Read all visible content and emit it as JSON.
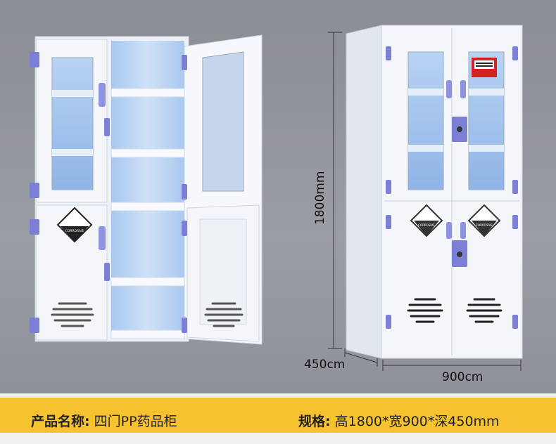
{
  "dimensions": {
    "height_label": "1800mm",
    "depth_label": "450cm",
    "width_label": "900cm"
  },
  "hazard_labels": {
    "left_cabinet": "CORROSIVE",
    "right_cabinet_left": "CORROSIVE",
    "right_cabinet_right": "CORROSIVE"
  },
  "banner": {
    "name_key": "产品名称:",
    "name_value": "四门PP药品柜",
    "spec_key": "规格:",
    "spec_value": "高1800*宽900*深450mm"
  },
  "colors": {
    "background": "#8e9197",
    "cabinet": "#f4f6f9",
    "glass": "#9cc0ea",
    "hinge": "#7b7fd6",
    "banner": "#f6c230"
  }
}
